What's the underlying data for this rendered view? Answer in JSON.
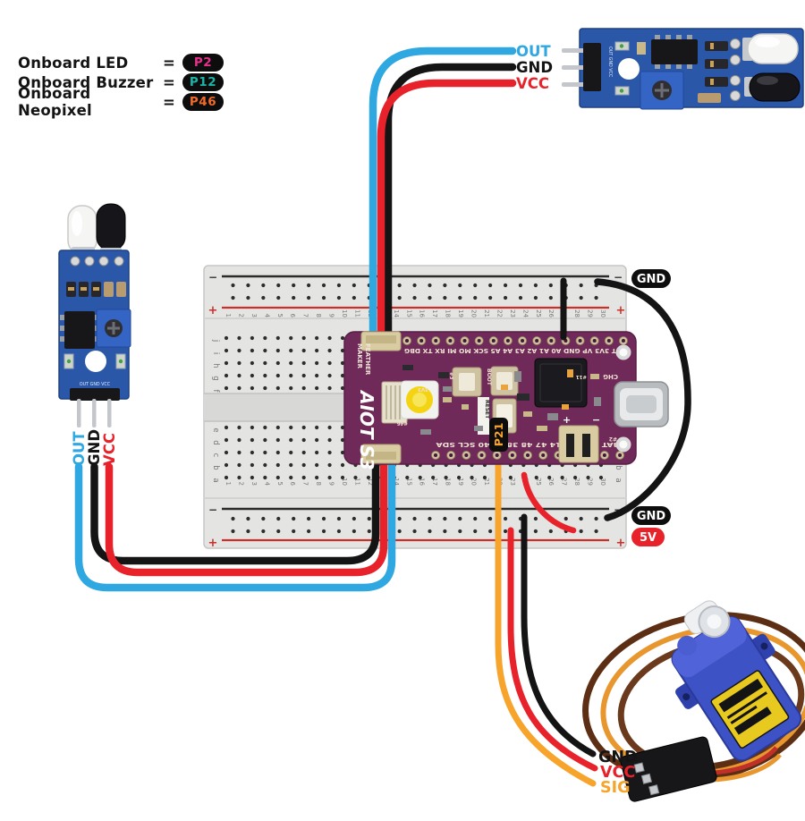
{
  "colors": {
    "wire_blue": "#2fa8e1",
    "wire_red": "#e8222a",
    "wire_black": "#141414",
    "wire_orange": "#f6a42c",
    "pin_p2": "#e8308a",
    "pin_p12": "#1bb5a8",
    "pin_p46": "#f26a2a",
    "badge_bg": "#0d0d0d",
    "v5_bg": "#e8222a",
    "label_white": "#ffffff",
    "pcb_blue": "#2a57a8",
    "board_purple": "#6f2a59",
    "servo_blue": "#3d53c5"
  },
  "legend": {
    "rows": [
      {
        "label": "Onboard LED",
        "eq": "=",
        "pin": "P2"
      },
      {
        "label": "Onboard Buzzer",
        "eq": "=",
        "pin": "P12"
      },
      {
        "label": "Onboard Neopixel",
        "eq": "=",
        "pin": "P46"
      }
    ]
  },
  "ir_sensor_top": {
    "out": "OUT",
    "gnd": "GND",
    "vcc": "VCC",
    "silkscreen": "OUT GND VCC"
  },
  "ir_sensor_left": {
    "out": "OUT",
    "gnd": "GND",
    "vcc": "VCC",
    "silkscreen": "OUT GND VCC"
  },
  "servo": {
    "gnd": "GND",
    "vcc": "VCC",
    "sig": "SIG"
  },
  "rails": {
    "gnd_top": "GND",
    "gnd_bottom": "GND",
    "v5": "5V",
    "minus": "−",
    "plus": "+"
  },
  "breadboard": {
    "column_count": 30,
    "row_letters_upper": [
      "j",
      "i",
      "h",
      "g",
      "f"
    ],
    "row_letters_lower": [
      "e",
      "d",
      "c",
      "b",
      "a"
    ]
  },
  "board": {
    "maker": "MAKER",
    "feather": "FEATHER",
    "model": "AIOT S3",
    "top_pins": [
      "RST",
      "3V3",
      "VP",
      "GND",
      "A0",
      "A1",
      "A2",
      "A3",
      "A4",
      "A5",
      "SCK",
      "MO",
      "MI",
      "RX",
      "TX",
      "DBG"
    ],
    "bottom_pins": [
      "BAT",
      "EN-USB",
      "14",
      "47",
      "48",
      "38",
      "39",
      "40",
      "SCL",
      "SDA"
    ],
    "boot": "BOOT",
    "reset": "RESET",
    "p21": "P21",
    "chg": "CHG",
    "led11": "#11",
    "led2": "#2",
    "led46": "#46",
    "led3": "#3",
    "v33": "3V3",
    "plus": "+",
    "minus": "−"
  }
}
